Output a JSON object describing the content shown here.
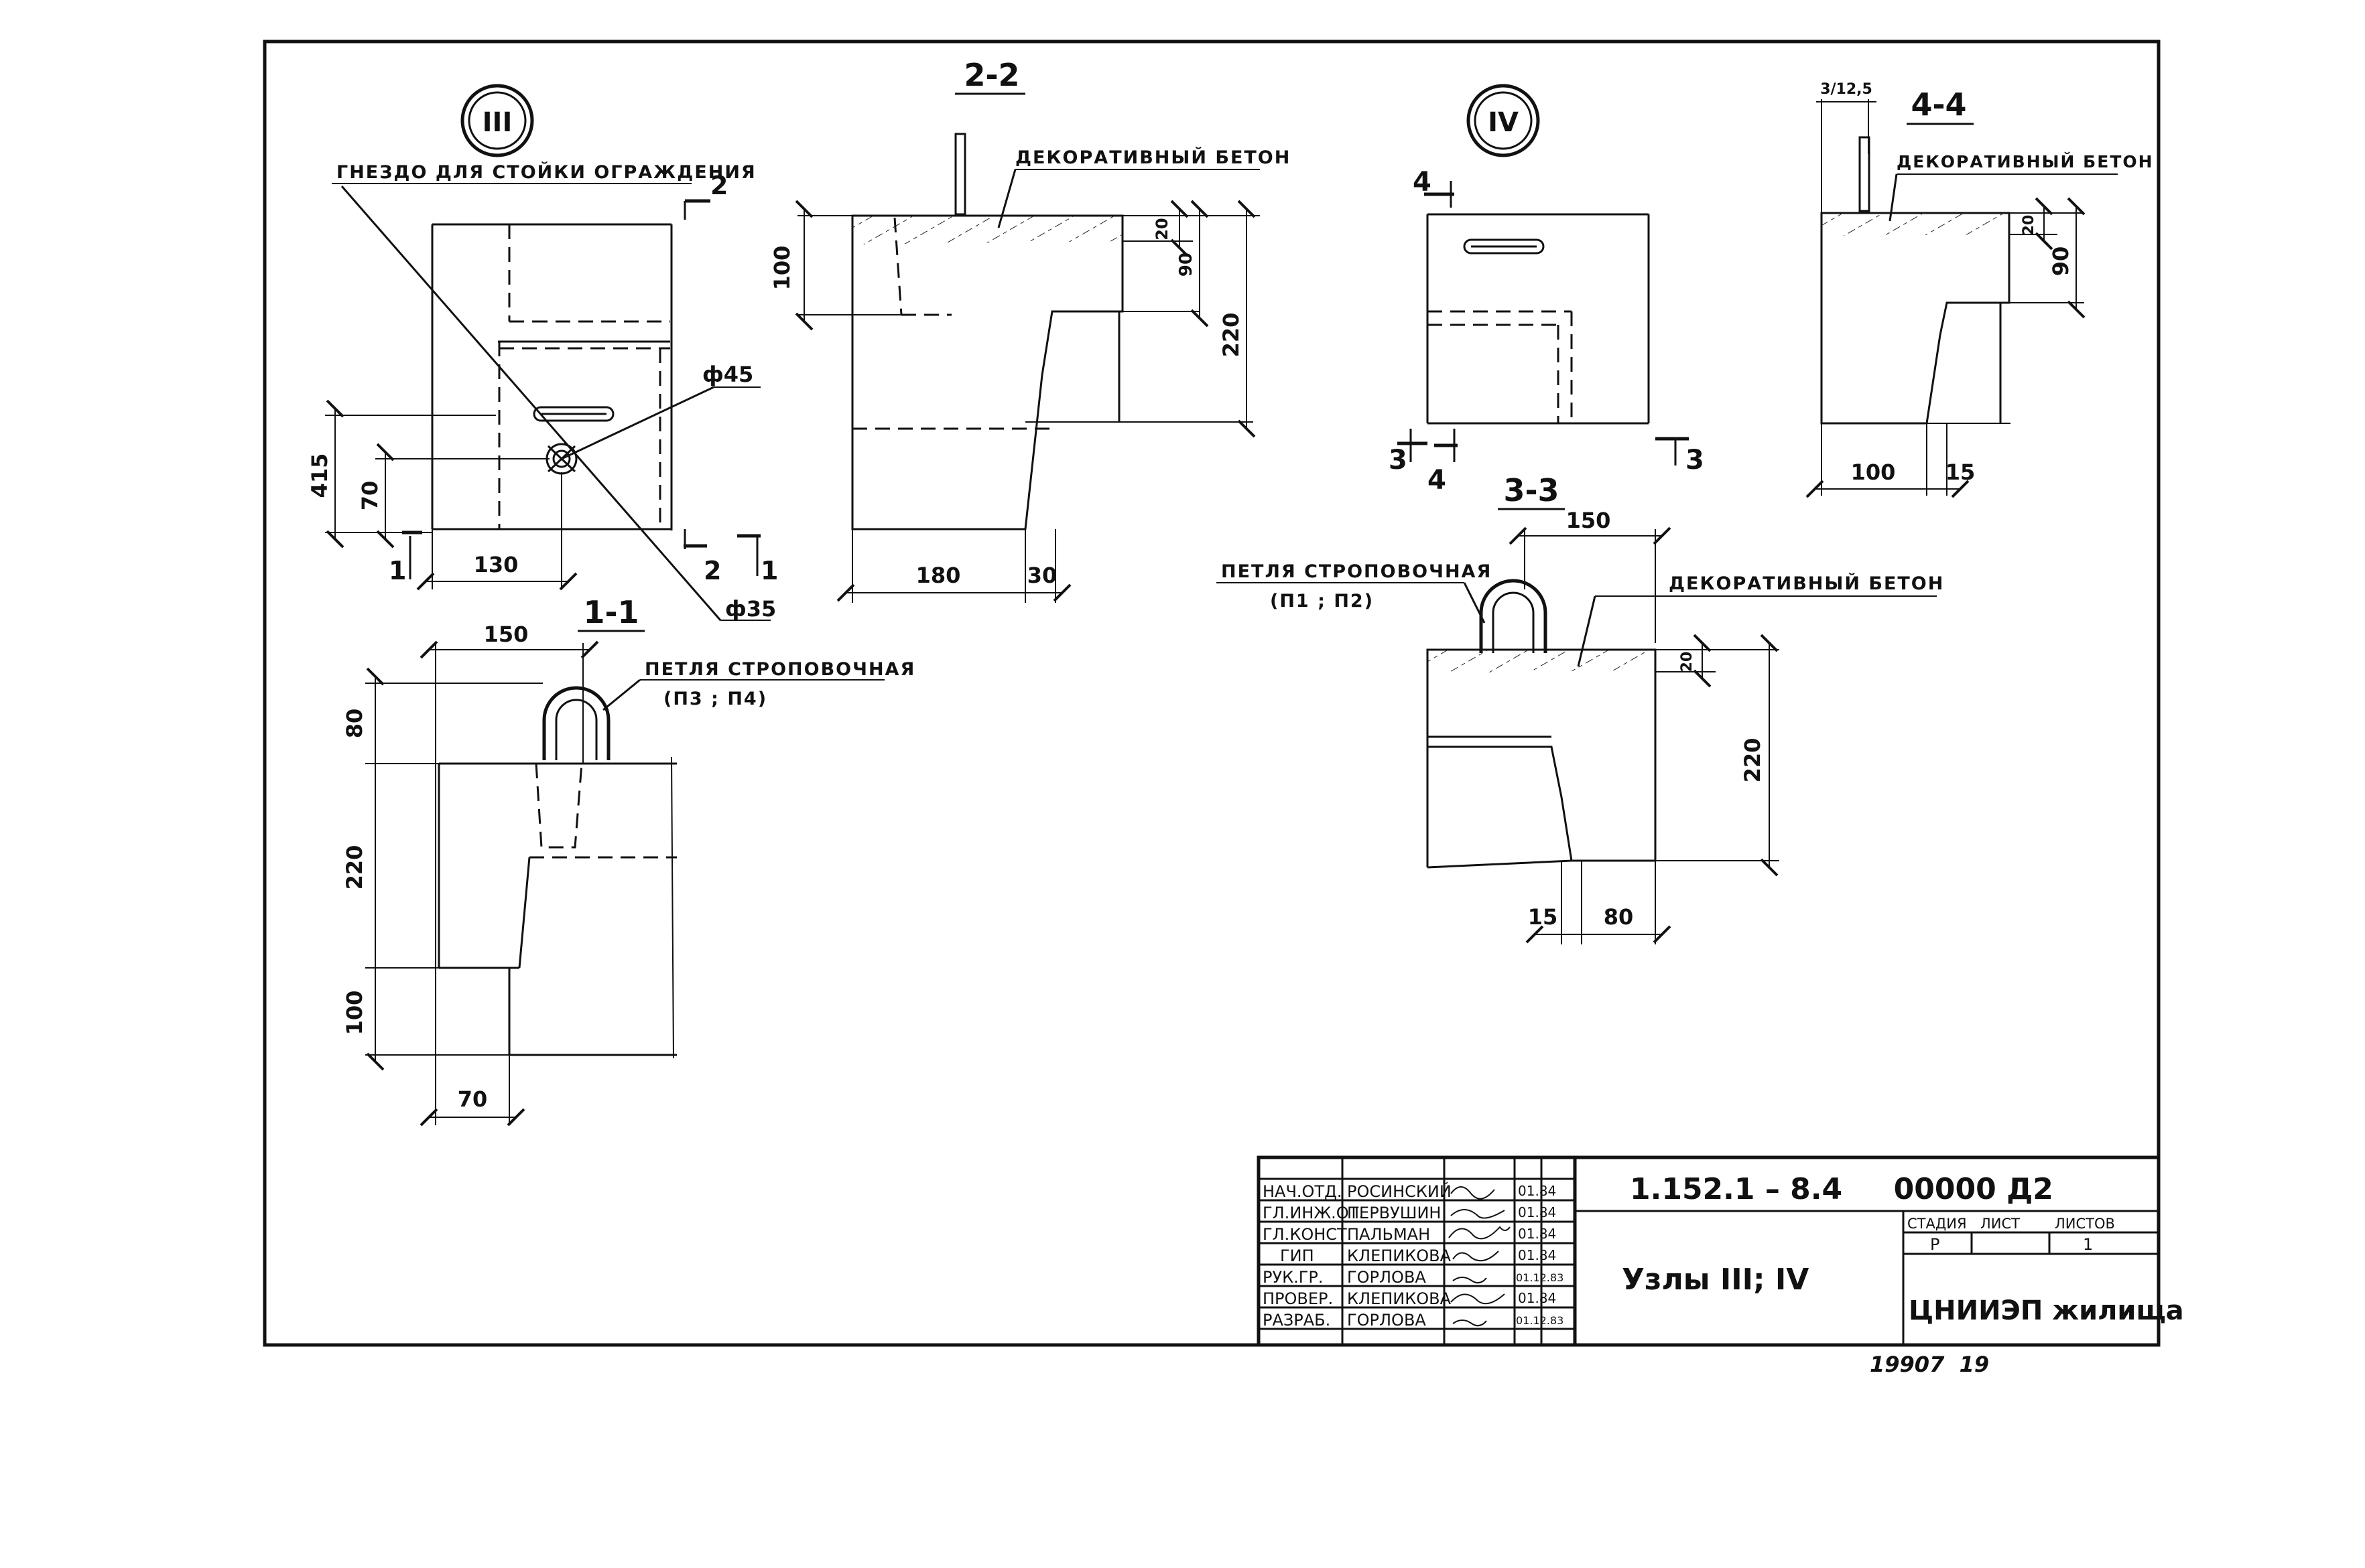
{
  "labels": {
    "node3": "III",
    "node4": "IV",
    "socket": "ГНЕЗДО ДЛЯ СТОЙКИ ОГРАЖДЕНИЯ",
    "deco_concrete_22": "ДЕКОРАТИВНЫЙ БЕТОН",
    "deco_concrete_44": "ДЕКОРАТИВНЫЙ БЕТОН",
    "deco_concrete_33": "ДЕКОРАТИВНЫЙ БЕТОН",
    "lifting_loop_33": "ПЕТЛЯ СТРОПОВОЧНАЯ",
    "lifting_loop_33_marks": "(П1 ; П2)",
    "lifting_loop_11": "ПЕТЛЯ СТРОПОВОЧНАЯ",
    "lifting_loop_11_marks": "(П3 ; П4)"
  },
  "sections": {
    "s22": "2-2",
    "s44": "4-4",
    "s33": "3-3",
    "s11": "1-1"
  },
  "cut_marks": {
    "c2": "2",
    "c1": "1",
    "c3": "3",
    "c4": "4"
  },
  "dimensions": {
    "node3_height": "415",
    "node3_hole_offset": "70",
    "node3_width": "130",
    "d45": "ф45",
    "d35": "ф35",
    "s22_top": "100",
    "s22_deco": "20",
    "s22_ledge": "90",
    "s22_height": "220",
    "s22_width": "180",
    "s22_step": "30",
    "s44_top": "3/12,5",
    "s44_deco": "20",
    "s44_ledge": "90",
    "s44_width": "100",
    "s44_step": "15",
    "s33_width": "150",
    "s33_deco": "20",
    "s33_height": "220",
    "s33_step": "15",
    "s33_base": "80",
    "s11_width": "150",
    "s11_top": "80",
    "s11_mid": "220",
    "s11_bottom": "100",
    "s11_base": "70"
  },
  "title_block": {
    "roles": [
      "НАЧ.ОТД.",
      "ГЛ.ИНЖ.ОТ.",
      "ГЛ.КОНСТ.",
      "ГИП",
      "РУК.ГР.",
      "ПРОВЕР.",
      "РАЗРАБ."
    ],
    "names": [
      "РОСИНСКИЙ",
      "ПЕРВУШИН",
      "ПАЛЬМАН",
      "КЛЕПИКОВА",
      "ГОРЛОВА",
      "КЛЕПИКОВА",
      "ГОРЛОВА"
    ],
    "dates": [
      "01.84",
      "01.84",
      "01.84",
      "01.84",
      "01.12.83",
      "01.84",
      "01.12.83"
    ],
    "doc_code": "1.152.1 – 8.4     00000 Д2",
    "sheet_title": "Узлы III; IV",
    "stage_label": "СТАДИЯ",
    "sheet_label": "ЛИСТ",
    "sheets_label": "ЛИСТОВ",
    "stage": "Р",
    "sheets": "1",
    "organization": "ЦНИИЭП жилища",
    "archive_no": "19907  19"
  },
  "colors": {
    "ink": "#111111",
    "paper": "#ffffff"
  }
}
